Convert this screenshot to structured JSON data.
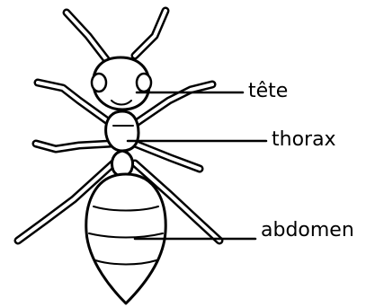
{
  "labels": {
    "head": "tête",
    "thorax": "thorax",
    "abdomen": "abdomen"
  },
  "colors": {
    "ink": "#000000",
    "background": "#ffffff"
  },
  "illustration": "ant-anatomy"
}
